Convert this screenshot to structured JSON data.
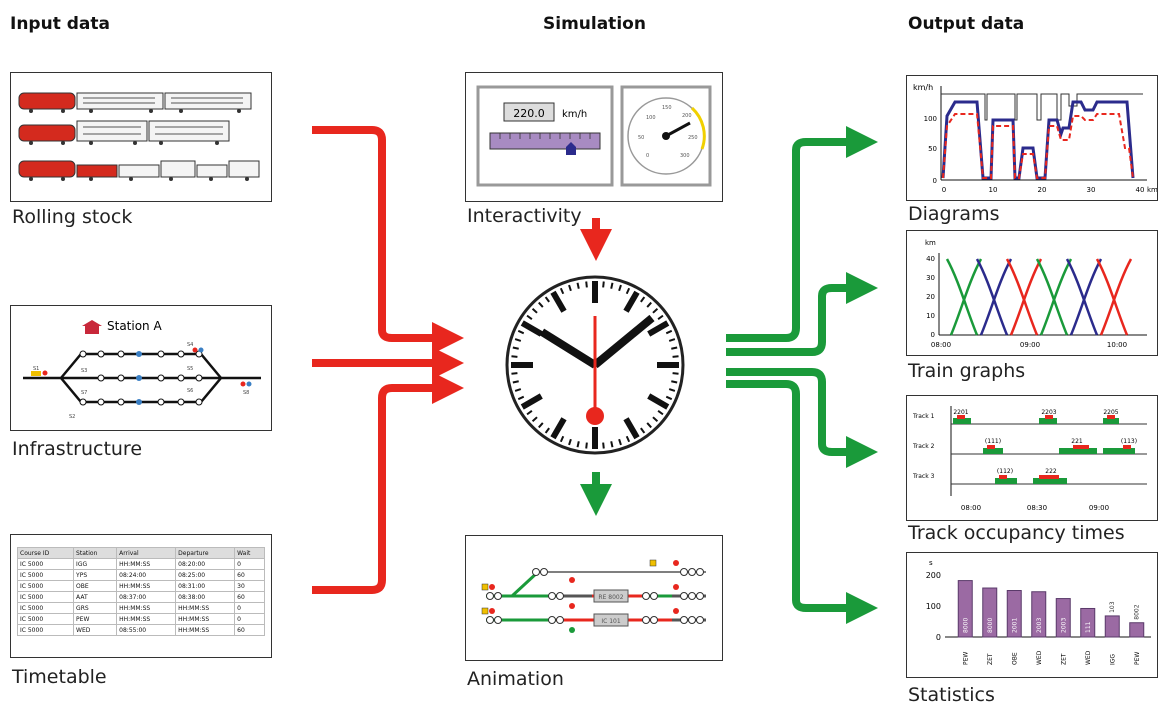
{
  "headers": {
    "input": "Input data",
    "simulation": "Simulation",
    "output": "Output data"
  },
  "labels": {
    "rolling_stock": "Rolling stock",
    "infrastructure": "Infrastructure",
    "timetable": "Timetable",
    "interactivity": "Interactivity",
    "animation": "Animation",
    "diagrams": "Diagrams",
    "train_graphs": "Train graphs",
    "track_occupancy": "Track occupancy times",
    "statistics": "Statistics"
  },
  "colors": {
    "input_arrow": "#e8271e",
    "output_arrow": "#1a9a3a",
    "sim_arrow": "#e8271e",
    "sim_down_arrow": "#1a9a3a",
    "plot_blue": "#2b2b8c",
    "plot_red": "#e8271e",
    "plot_green": "#1a9a3a",
    "bar": "#9b6aa3"
  },
  "infrastructure": {
    "station": "Station A",
    "signals": [
      "S1",
      "S2",
      "S3",
      "S4",
      "S5",
      "S6",
      "S7",
      "S8"
    ]
  },
  "interactivity": {
    "speed_value": "220.0",
    "speed_unit": "km/h",
    "dial_ticks": [
      "0",
      "50",
      "100",
      "150",
      "200",
      "250",
      "300"
    ]
  },
  "timetable": {
    "columns": [
      "Course ID",
      "Station",
      "Arrival",
      "Departure",
      "Wait"
    ],
    "rows": [
      [
        "IC 5000",
        "IGG",
        "HH:MM:SS",
        "08:20:00",
        "0"
      ],
      [
        "IC 5000",
        "YPS",
        "08:24:00",
        "08:25:00",
        "60"
      ],
      [
        "IC 5000",
        "OBE",
        "HH:MM:SS",
        "08:31:00",
        "30"
      ],
      [
        "IC 5000",
        "AAT",
        "08:37:00",
        "08:38:00",
        "60"
      ],
      [
        "IC 5000",
        "GRS",
        "HH:MM:SS",
        "HH:MM:SS",
        "0"
      ],
      [
        "IC 5000",
        "PEW",
        "HH:MM:SS",
        "HH:MM:SS",
        "0"
      ],
      [
        "IC 5000",
        "WED",
        "08:55:00",
        "HH:MM:SS",
        "60"
      ]
    ]
  },
  "animation": {
    "trains": [
      "RE 8002",
      "IC 101"
    ]
  },
  "diagrams_chart": {
    "ylabel": "km/h",
    "xunit": "km",
    "yticks": [
      "0",
      "50",
      "100"
    ],
    "xticks": [
      "0",
      "10",
      "20",
      "30",
      "40"
    ]
  },
  "train_graphs_chart": {
    "ylabel": "km",
    "yticks": [
      "0",
      "10",
      "20",
      "30",
      "40"
    ],
    "xticks": [
      "08:00",
      "09:00",
      "10:00"
    ]
  },
  "track_chart": {
    "tracks": [
      "Track 1",
      "Track 2",
      "Track 3"
    ],
    "xticks": [
      "08:00",
      "08:30",
      "09:00"
    ],
    "train_labels": [
      "2201",
      "2203",
      "2205",
      "(111)",
      "221",
      "(113)",
      "(112)",
      "222"
    ]
  },
  "chart_data": {
    "type": "bar",
    "ylabel": "s",
    "ylim": [
      0,
      200
    ],
    "yticks": [
      "0",
      "100",
      "200"
    ],
    "categories": [
      "PEW",
      "ZET",
      "OBE",
      "WED",
      "ZET",
      "WED",
      "IGG",
      "PEW"
    ],
    "bar_labels": [
      "8000",
      "8000",
      "2001",
      "2003",
      "2003",
      "111",
      "103",
      "8002"
    ],
    "values": [
      182,
      158,
      150,
      146,
      124,
      92,
      68,
      46
    ]
  }
}
